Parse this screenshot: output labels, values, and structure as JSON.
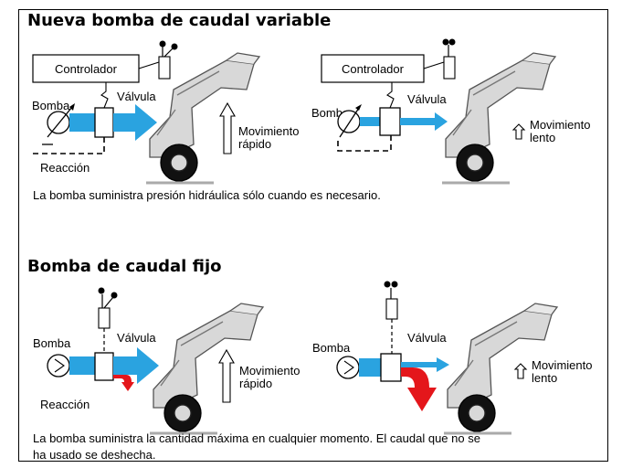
{
  "section_variable": {
    "title": "Nueva bomba de caudal variable",
    "left": {
      "controller_label": "Controlador",
      "pump_label": "Bomba",
      "valve_label": "Válvula",
      "feedback_label": "Reacción",
      "movement_line1": "Movimiento",
      "movement_line2": "rápido"
    },
    "right": {
      "controller_label": "Controlador",
      "pump_label": "Bomba",
      "valve_label": "Válvula",
      "movement_line1": "Movimiento",
      "movement_line2": "lento"
    },
    "caption": "La bomba suministra presión hidráulica sólo cuando es necesario."
  },
  "section_fixed": {
    "title": "Bomba de caudal fijo",
    "left": {
      "pump_label": "Bomba",
      "valve_label": "Válvula",
      "feedback_label": "Reacción",
      "movement_line1": "Movimiento",
      "movement_line2": "rápido"
    },
    "right": {
      "pump_label": "Bomba",
      "valve_label": "Válvula",
      "movement_line1": "Movimiento",
      "movement_line2": "lento"
    },
    "caption_line1": "La bomba suministra la cantidad máxima en cualquier momento. El caudal que no se",
    "caption_line2": "ha usado se deshecha."
  },
  "colors": {
    "flow": "#2aa3e0",
    "waste": "#e4161b",
    "machine": "#d8d8d8"
  }
}
